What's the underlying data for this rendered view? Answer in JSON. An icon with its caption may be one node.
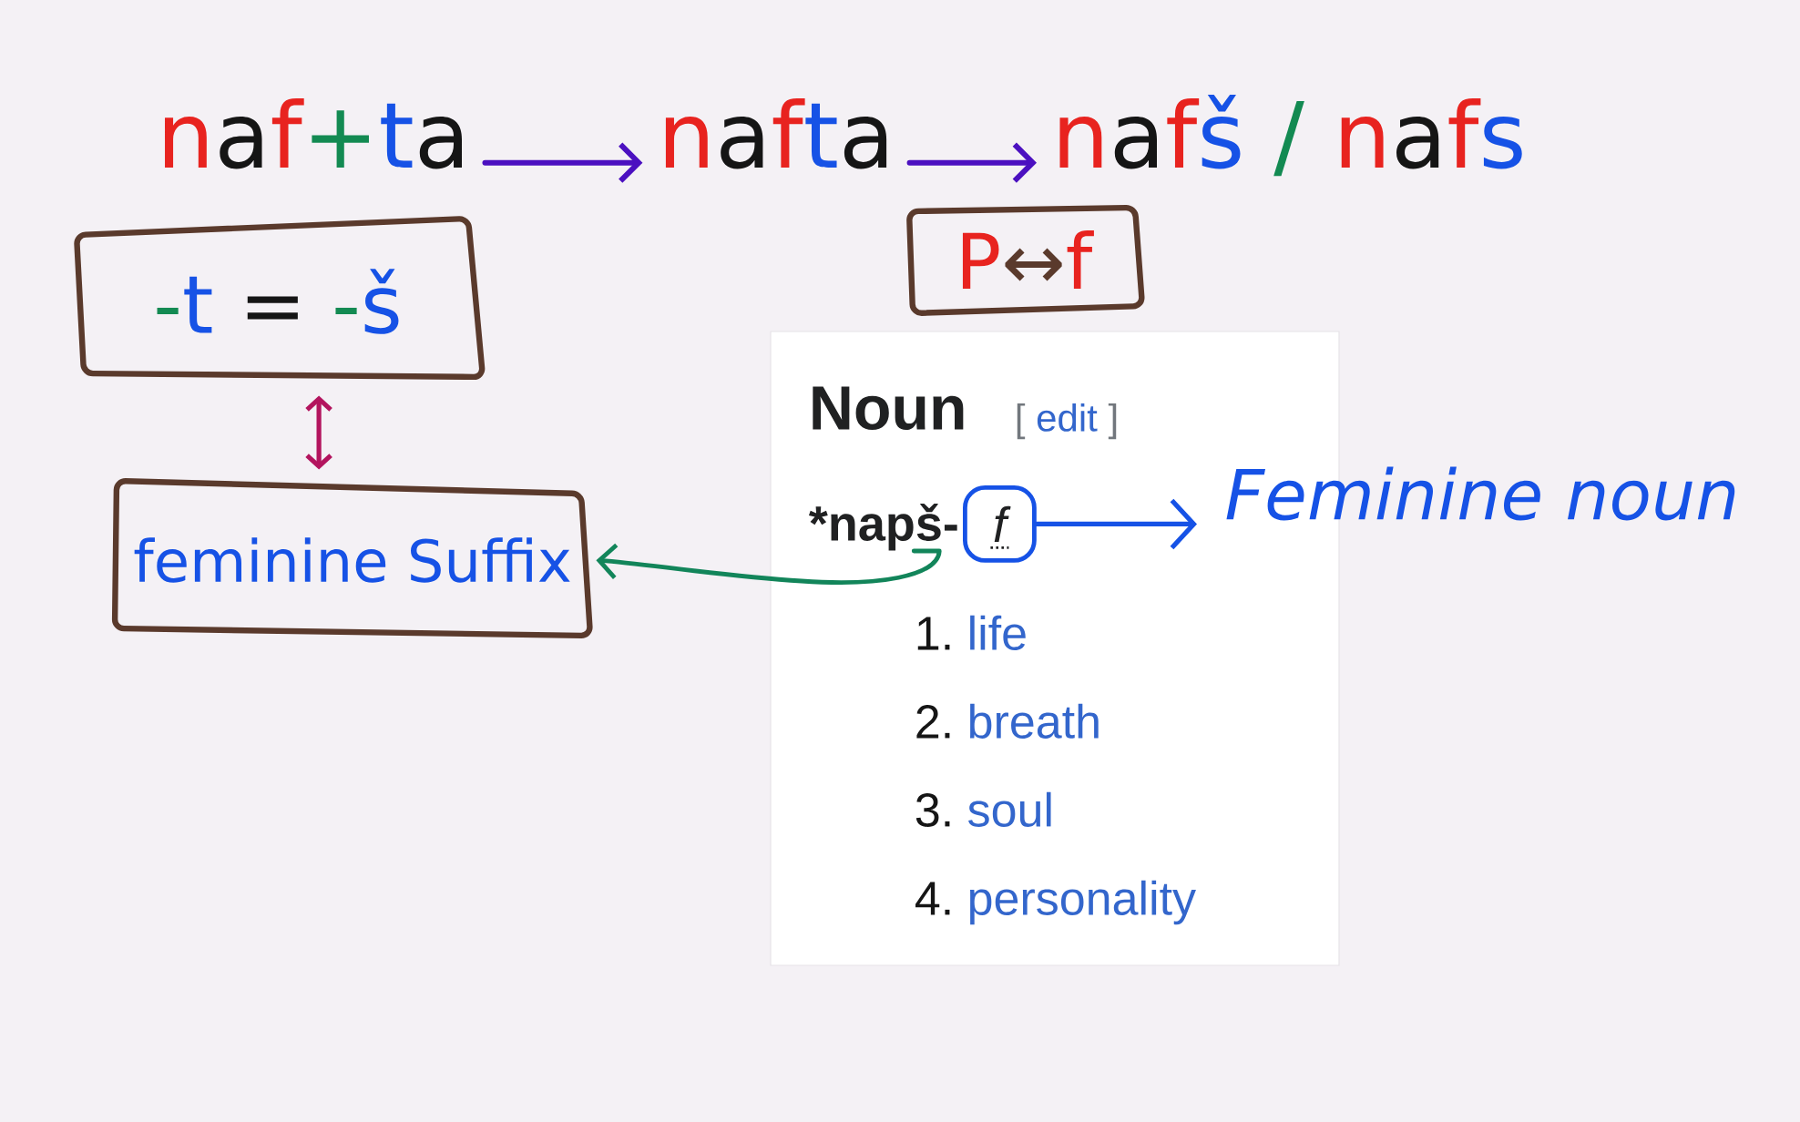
{
  "diagram": {
    "nodes": [
      {
        "text": [
          "naf+ta"
        ]
      },
      {
        "text": [
          "nafta"
        ]
      },
      {
        "text": [
          "nafš / nafs"
        ]
      },
      {
        "text": [
          "-t = -š"
        ]
      },
      {
        "text": [
          "P↔f"
        ]
      },
      {
        "text": [
          "Noun",
          "[ edit ]",
          "1. life",
          "2. breath",
          "3. soul",
          "4. personality"
        ]
      },
      {
        "text": [
          "feminine Suffix"
        ]
      },
      {
        "text": [
          "*napš-"
        ],
        "in": 5
      },
      {
        "text": [
          "f"
        ],
        "in": 5
      },
      {
        "text": [
          "Feminine noun"
        ]
      }
    ],
    "edges": [
      {
        "from": 0,
        "to": 1,
        "arrow": "to",
        "color": "#4b10c0"
      },
      {
        "from": 1,
        "to": 2,
        "arrow": "to",
        "color": "#4b10c0"
      },
      {
        "from": 3,
        "to": 6,
        "arrow": "both",
        "color": "#b3145e"
      },
      {
        "from": 7,
        "to": 6,
        "arrow": "to",
        "color": "#12855a"
      },
      {
        "from": 8,
        "to": 9,
        "arrow": "to",
        "color": "#1652e6"
      }
    ]
  }
}
